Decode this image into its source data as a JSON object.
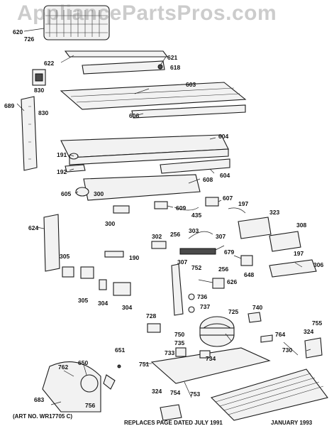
{
  "watermark": "AppliancePartsPros.com",
  "footer": {
    "art_no": "(ART NO. WR17705 C)",
    "replaces": "REPLACES PAGE DATED JULY 1991",
    "date": "JANUARY 1993"
  },
  "callouts": {
    "c620": "620",
    "c726": "726",
    "c622": "622",
    "c621": "621",
    "c618": "618",
    "c830a": "830",
    "c603": "603",
    "c689": "689",
    "c830b": "830",
    "c606": "606",
    "c604a": "604",
    "c191": "191",
    "c192": "192",
    "c604b": "604",
    "c608": "608",
    "c605": "605",
    "c300a": "300",
    "c609": "609",
    "c607": "607",
    "c197a": "197",
    "c435": "435",
    "c323": "323",
    "c300b": "300",
    "c624": "624",
    "c302": "302",
    "c256a": "256",
    "c303": "303",
    "c307a": "307",
    "c308": "308",
    "c190": "190",
    "c679": "679",
    "c197b": "197",
    "c305a": "305",
    "c307b": "307",
    "c752": "752",
    "c256b": "256",
    "c648": "648",
    "c306": "306",
    "c305b": "305",
    "c304a": "304",
    "c304b": "304",
    "c626": "626",
    "c736": "736",
    "c737": "737",
    "c740": "740",
    "c725": "725",
    "c728": "728",
    "c755": "755",
    "c750": "750",
    "c764": "764",
    "c324a": "324",
    "c735": "735",
    "c651": "651",
    "c730": "730",
    "c762": "762",
    "c650": "650",
    "c733": "733",
    "c734": "734",
    "c751": "751",
    "c753": "753",
    "c756": "756",
    "c324b": "324",
    "c754": "754",
    "c683": "683"
  }
}
